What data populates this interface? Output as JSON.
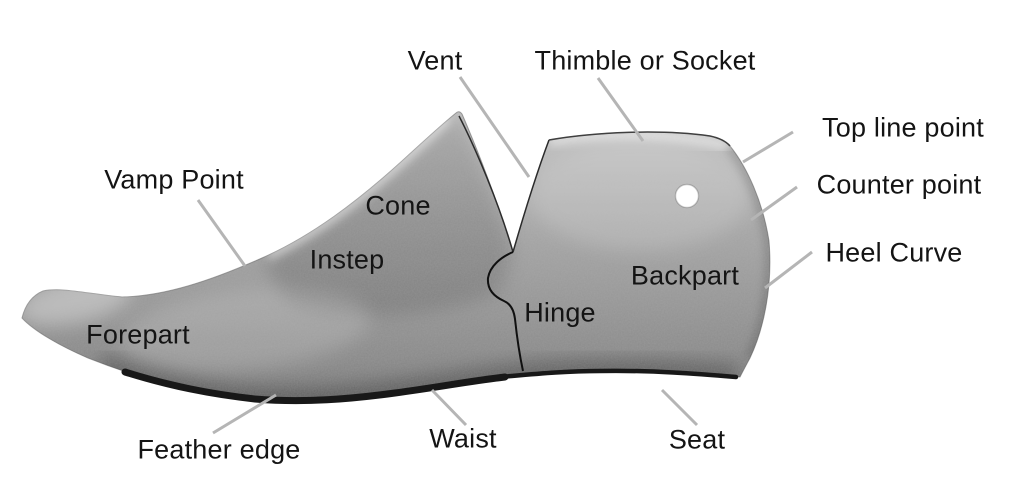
{
  "diagram": {
    "subject": "Shoe last anatomy diagram",
    "background_color": "#ffffff",
    "text_color": "#141414",
    "leader_line_color": "#b5b5b5",
    "last_colors": {
      "base_light": "#c6c6c6",
      "base_mid": "#a0a0a0",
      "base_dark": "#7e7e7e",
      "sole_edge": "#181818"
    },
    "labels": {
      "vamp_point": "Vamp Point",
      "vent": "Vent",
      "thimble": "Thimble or Socket",
      "top_line_point": "Top line point",
      "counter_point": "Counter point",
      "heel_curve": "Heel Curve",
      "cone": "Cone",
      "instep": "Instep",
      "forepart": "Forepart",
      "backpart": "Backpart",
      "hinge": "Hinge",
      "feather_edge": "Feather edge",
      "waist": "Waist",
      "seat": "Seat"
    }
  }
}
